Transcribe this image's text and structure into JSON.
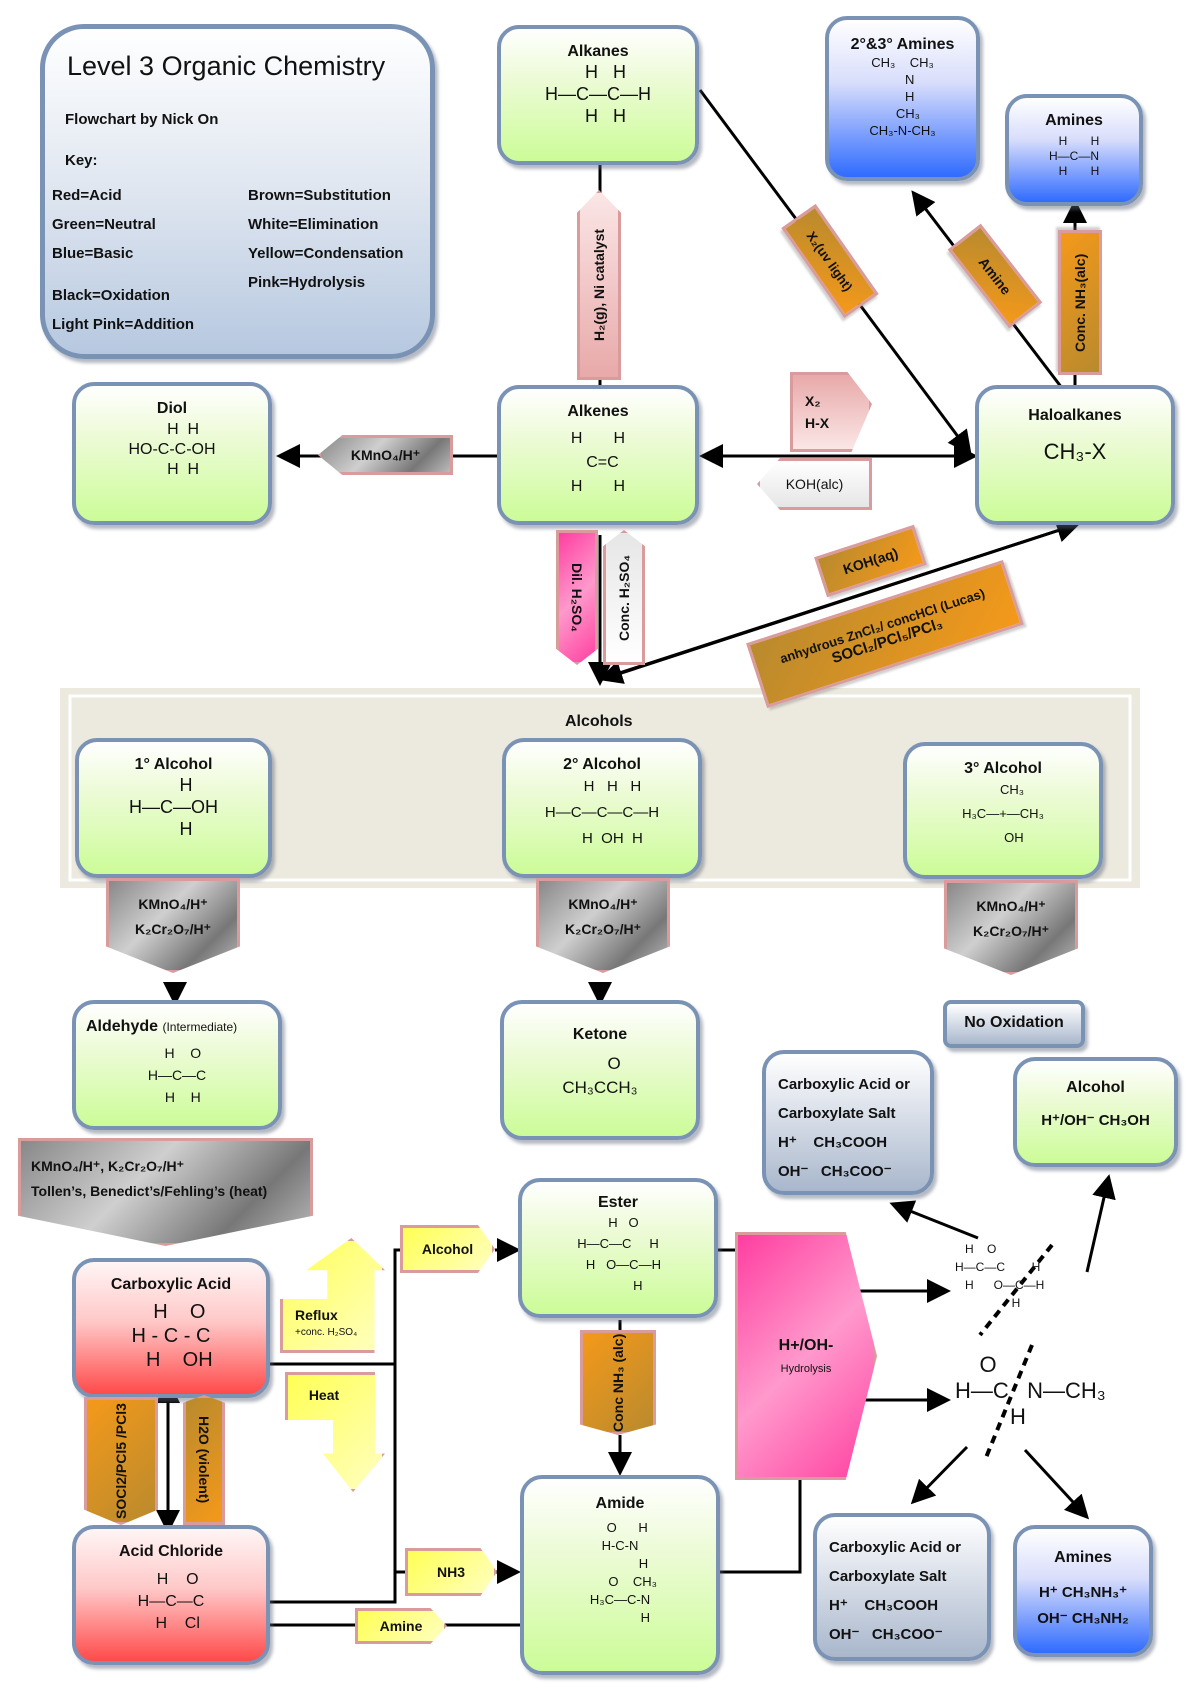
{
  "key": {
    "title": "Level 3 Organic Chemistry",
    "author": "Flowchart by Nick On",
    "heading": "Key:",
    "left": [
      "Red=Acid",
      "Green=Neutral",
      "Blue=Basic",
      "Black=Oxidation",
      "Light Pink=Addition"
    ],
    "right": [
      "Brown=Substitution",
      "White=Elimination",
      "Yellow=Condensation",
      "Pink=Hydrolysis"
    ]
  },
  "nodes": {
    "alkanes": {
      "title": "Alkanes",
      "formula": "   H   H\nH—C—C—H\n   H   H"
    },
    "amines_23": {
      "title": "2°&3° Amines",
      "formula": "CH₃    CH₃\n    N\n    H\n   CH₃\nCH₃-N-CH₃"
    },
    "amines_top": {
      "title": "Amines",
      "formula": "   H       H\nH—C—N\n   H       H"
    },
    "diol": {
      "title": "Diol",
      "formula": "     H  H\nHO-C-C-OH\n     H  H"
    },
    "alkenes": {
      "title": "Alkenes",
      "formula": "H       H\n  C=C\nH       H"
    },
    "haloalkanes": {
      "title": "Haloalkanes",
      "formula": "CH₃-X"
    },
    "alcohols_group": {
      "title": "Alcohols"
    },
    "alcohol_1": {
      "title": "1° Alcohol",
      "formula": "     H\nH—C—OH\n     H"
    },
    "alcohol_2": {
      "title": "2° Alcohol",
      "formula": "     H   H   H\nH—C—C—C—H\n     H  OH  H"
    },
    "alcohol_3": {
      "title": "3° Alcohol",
      "formula": "     CH₃\nH₃C—+—CH₃\n      OH"
    },
    "no_oxidation": {
      "title": "No Oxidation"
    },
    "aldehyde": {
      "title": "Aldehyde",
      "subtitle": "(Intermediate)",
      "formula": "   H    O\nH—C—C\n   H    H"
    },
    "ketone": {
      "title": "Ketone",
      "formula": "      O\nCH₃CCH₃"
    },
    "carboxylic_salt_top": {
      "lines": [
        "Carboxylic Acid or",
        "Carboxylate Salt",
        "H⁺    CH₃COOH",
        "OH⁻   CH₃COO⁻"
      ]
    },
    "alcohol_product": {
      "title": "Alcohol",
      "line": "H⁺/OH⁻ CH₃OH"
    },
    "carboxylic_acid": {
      "title": "Carboxylic Acid",
      "formula": "   H    O\nH - C - C\n   H    OH"
    },
    "ester": {
      "title": "Ester",
      "formula": "   H   O\nH—C—C     H\n   H   O—C—H\n           H"
    },
    "acid_chloride": {
      "title": "Acid Chloride",
      "formula": "   H    O\nH—C—C\n   H    Cl"
    },
    "amide": {
      "title": "Amide",
      "formula": "    O      H\nH-C-N\n             H\n       O    CH₃\nH₃C—C-N\n              H"
    },
    "carboxylic_salt_bottom": {
      "lines": [
        "Carboxylic Acid or",
        "Carboxylate Salt",
        "H⁺    CH₃COOH",
        "OH⁻   CH₃COO⁻"
      ]
    },
    "amines_bottom": {
      "title": "Amines",
      "lines": [
        "H⁺    CH₃NH₃⁺",
        "OH⁻  CH₃NH₂"
      ]
    }
  },
  "fragments": {
    "ester_split": "   H    O\nH—C—C        H\n   H      O—C—H\n                 H",
    "amide_split": "    O\nH—C   N—CH₃\n         H"
  },
  "reagents": {
    "h2_ni": "H₂(g), Ni catalyst",
    "x2_uv": "X₂(uv light)",
    "amine_top": "Amine",
    "conc_nh3_alc": "Conc. NH₃(alc)",
    "kmno4_diol": "KMnO₄/H⁺",
    "x2_hx": [
      "X₂",
      "H-X"
    ],
    "koh_alc": "KOH(alc)",
    "dil_h2so4": "Dil. H₂SO₄",
    "conc_h2so4": "Conc. H₂SO₄",
    "koh_aq": "KOH(aq)",
    "lucas": [
      "anhydrous ZnCl₂/ concHCl (Lucas)",
      "SOCl₂/PCl₅/PCl₃"
    ],
    "oxid_1": [
      "KMnO₄/H⁺",
      "K₂Cr₂O₇/H⁺"
    ],
    "oxid_2": [
      "KMnO₄/H⁺",
      "K₂Cr₂O₇/H⁺"
    ],
    "oxid_3": [
      "KMnO₄/H⁺",
      "K₂Cr₂O₇/H⁺"
    ],
    "aldehyde_oxid": [
      "KMnO₄/H⁺, K₂Cr₂O₇/H⁺",
      "Tollen’s, Benedict’s/Fehling’s (heat)"
    ],
    "reflux": [
      "Reflux",
      "+conc. H₂SO₄"
    ],
    "heat": "Heat",
    "alcohol_cond": "Alcohol",
    "conc_nh3_ester": "Conc NH₃ (alc)",
    "hydrolysis": [
      "H+/OH-",
      "Hydrolysis"
    ],
    "socl2": "SOCl2/PCl5 /PCl3",
    "h2o_violent": "H2O (violent)",
    "nh3": "NH3",
    "amine_bottom": "Amine"
  }
}
